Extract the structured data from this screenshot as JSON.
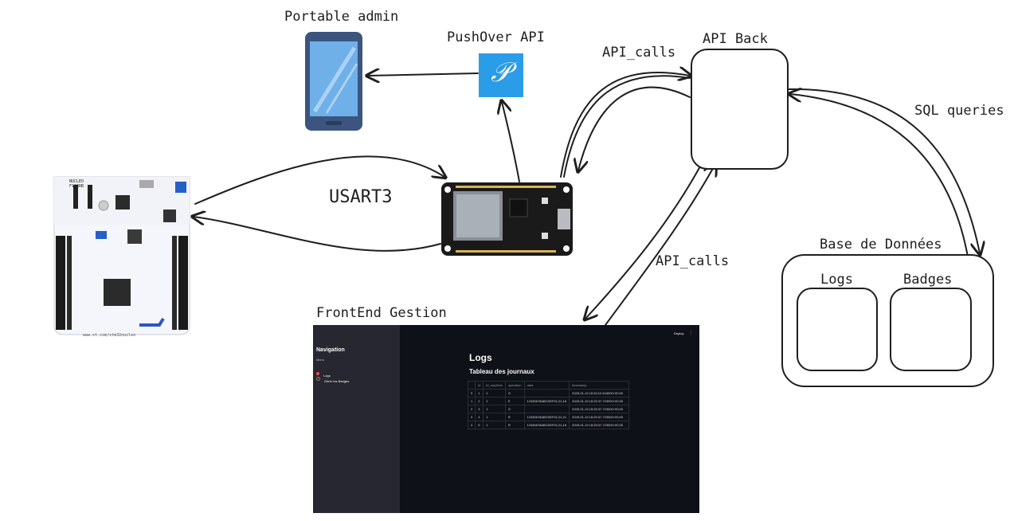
{
  "labels": {
    "portable_admin": "Portable admin",
    "pushover_api": "PushOver API",
    "api_back": "API Back",
    "api_calls_top": "API_calls",
    "sql_queries": "SQL queries",
    "usart3": "USART3",
    "api_calls_bottom": "API_calls",
    "frontend_gestion": "FrontEnd Gestion",
    "base_de_donnees": "Base de Données",
    "logs_box": "Logs",
    "badges_box": "Badges"
  },
  "pushover_logo": "𝒫",
  "nucleo_board": {
    "text_nucleo": "NUCLEO",
    "text_model": "F103RB",
    "text_url": "www.st.com/stm32nucleo"
  },
  "frontend": {
    "nav_title": "Navigation",
    "nav_menu": "Menu",
    "nav_items": [
      "Logs",
      "Gérer les Badges"
    ],
    "deploy": "Deploy",
    "more": "⋮",
    "page_title": "Logs",
    "subtitle": "Tableau des journaux",
    "columns": [
      "",
      "id",
      "id_machine",
      "operation",
      "data",
      "timestamp"
    ],
    "rows": [
      [
        "0",
        "1",
        "1",
        "O",
        "",
        "2025-01-19 16:32:12.644000+00:00"
      ],
      [
        "1",
        "2",
        "1",
        "E",
        "12345678ABCDEF01,01,18",
        "2025-01-19 18:25:37.723000+00:00"
      ],
      [
        "2",
        "3",
        "1",
        "O",
        "",
        "2025-01-19 18:25:37.723000+00:00"
      ],
      [
        "3",
        "4",
        "1",
        "R",
        "12345678ABCDEF01,01,21",
        "2025-01-19 18:25:37.723000+00:00"
      ],
      [
        "4",
        "5",
        "1",
        "R",
        "12345678ABCDEF01,01,18",
        "2025-01-19 18:25:37.723000+00:00"
      ]
    ]
  },
  "colors": {
    "ink": "#1e1e1e",
    "pushover_blue": "#2a9ce8",
    "phone_body": "#3b5580",
    "phone_screen": "#6fb0e8",
    "board_pcb": "#f4f6fb",
    "esp_pcb": "#1a1a1a",
    "fe_bg": "#0e1117",
    "fe_side": "#262730",
    "fe_accent": "#ff4b4b"
  }
}
